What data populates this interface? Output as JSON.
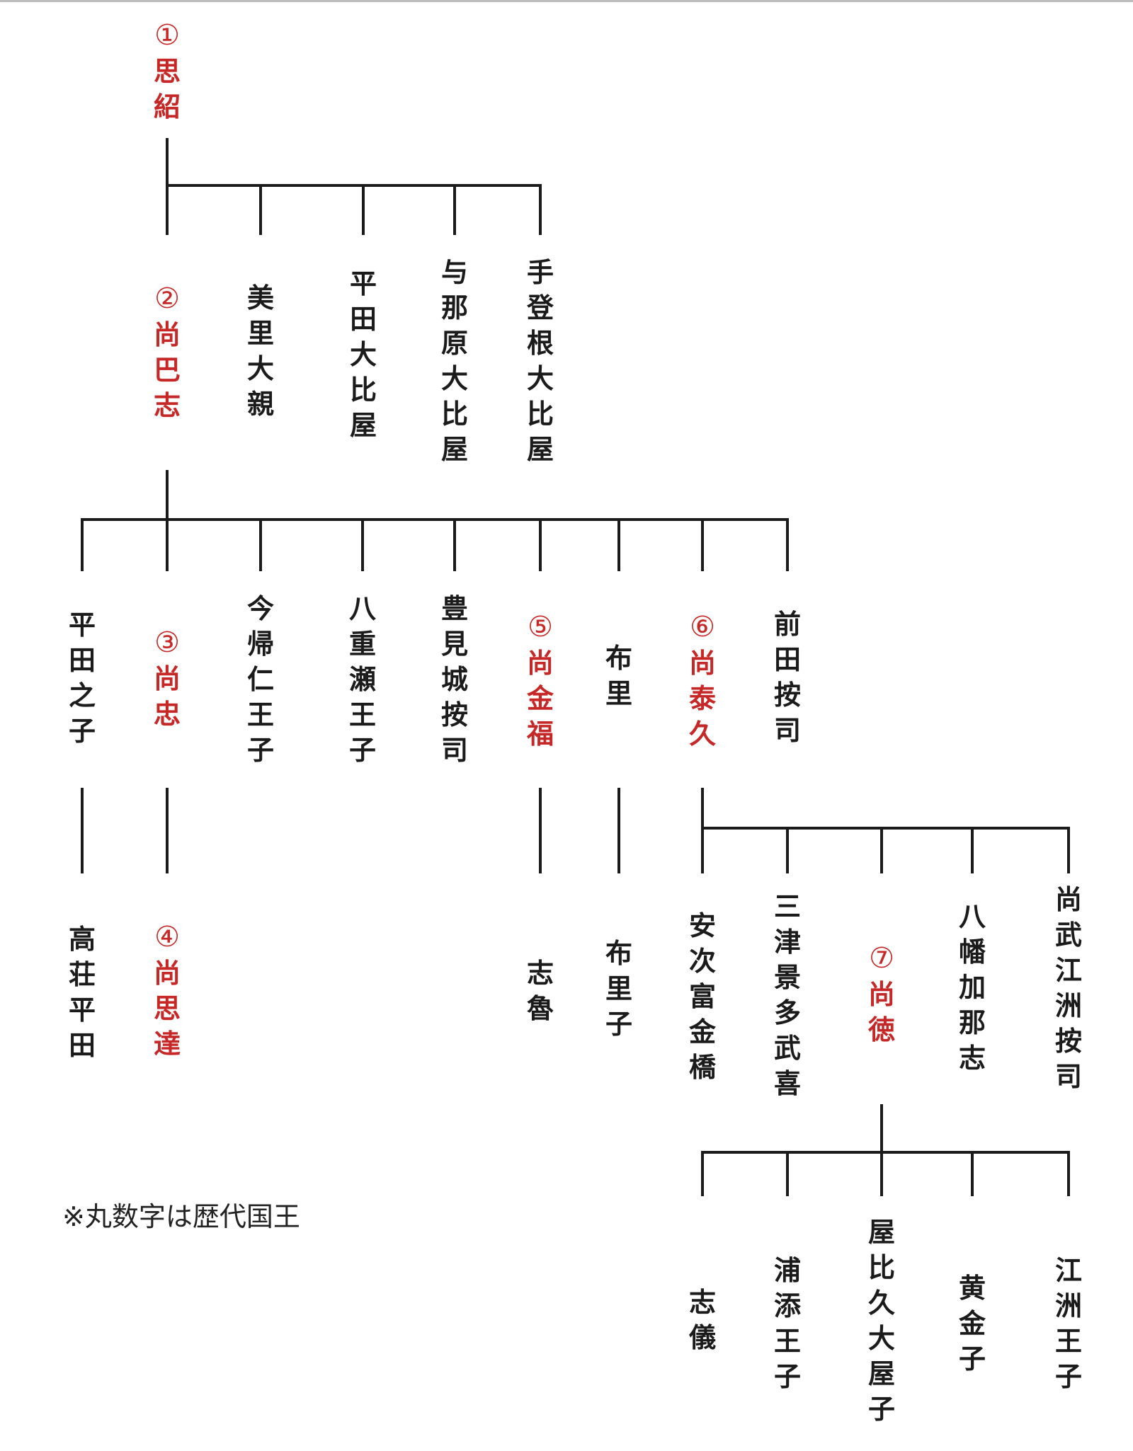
{
  "colors": {
    "king": "#c62828",
    "person": "#1b1b1b",
    "line": "#1b1b1b"
  },
  "people": [
    {
      "id": "p1",
      "num": "①",
      "text": "思紹",
      "king": true
    },
    {
      "id": "p2",
      "num": "②",
      "text": "尚巴志",
      "king": true
    },
    {
      "id": "p3",
      "num": "",
      "text": "美里大親",
      "king": false
    },
    {
      "id": "p4",
      "num": "",
      "text": "平田大比屋",
      "king": false
    },
    {
      "id": "p5",
      "num": "",
      "text": "与那原大比屋",
      "king": false
    },
    {
      "id": "p6",
      "num": "",
      "text": "手登根大比屋",
      "king": false
    },
    {
      "id": "p7",
      "num": "",
      "text": "平田之子",
      "king": false
    },
    {
      "id": "p8",
      "num": "③",
      "text": "尚忠",
      "king": true
    },
    {
      "id": "p9",
      "num": "",
      "text": "今帰仁王子",
      "king": false
    },
    {
      "id": "p10",
      "num": "",
      "text": "八重瀬王子",
      "king": false
    },
    {
      "id": "p11",
      "num": "",
      "text": "豊見城按司",
      "king": false
    },
    {
      "id": "p12",
      "num": "⑤",
      "text": "尚金福",
      "king": true
    },
    {
      "id": "p13",
      "num": "",
      "text": "布里",
      "king": false
    },
    {
      "id": "p14",
      "num": "⑥",
      "text": "尚泰久",
      "king": true
    },
    {
      "id": "p15",
      "num": "",
      "text": "前田按司",
      "king": false
    },
    {
      "id": "p16",
      "num": "",
      "text": "高荘平田",
      "king": false
    },
    {
      "id": "p17",
      "num": "④",
      "text": "尚思達",
      "king": true
    },
    {
      "id": "p18",
      "num": "",
      "text": "志魯",
      "king": false
    },
    {
      "id": "p19",
      "num": "",
      "text": "布里子",
      "king": false
    },
    {
      "id": "p20",
      "num": "",
      "text": "安次富金橋",
      "king": false
    },
    {
      "id": "p21",
      "num": "",
      "text": "三津景多武喜",
      "king": false
    },
    {
      "id": "p22",
      "num": "⑦",
      "text": "尚徳",
      "king": true
    },
    {
      "id": "p23",
      "num": "",
      "text": "八幡加那志",
      "king": false
    },
    {
      "id": "p24",
      "num": "",
      "text": "尚武江洲按司",
      "king": false
    },
    {
      "id": "p25",
      "num": "",
      "text": "志儀",
      "king": false
    },
    {
      "id": "p26",
      "num": "",
      "text": "浦添王子",
      "king": false
    },
    {
      "id": "p27",
      "num": "",
      "text": "屋比久大屋子",
      "king": false
    },
    {
      "id": "p28",
      "num": "",
      "text": "黄金子",
      "king": false
    },
    {
      "id": "p29",
      "num": "",
      "text": "江洲王子",
      "king": false
    }
  ],
  "families": [
    {
      "parent": "p1",
      "children": [
        "p2",
        "p3",
        "p4",
        "p5",
        "p6"
      ]
    },
    {
      "parent": "p2",
      "children": [
        "p7",
        "p8",
        "p9",
        "p10",
        "p11",
        "p12",
        "p13",
        "p14",
        "p15"
      ]
    },
    {
      "parent": "p7",
      "children": [
        "p16"
      ]
    },
    {
      "parent": "p8",
      "children": [
        "p17"
      ]
    },
    {
      "parent": "p12",
      "children": [
        "p18"
      ]
    },
    {
      "parent": "p13",
      "children": [
        "p19"
      ]
    },
    {
      "parent": "p14",
      "children": [
        "p20",
        "p21",
        "p22",
        "p23",
        "p24"
      ]
    },
    {
      "parent": "p22",
      "children": [
        "p25",
        "p26",
        "p27",
        "p28",
        "p29"
      ]
    }
  ],
  "note": "※丸数字は歴代国王"
}
